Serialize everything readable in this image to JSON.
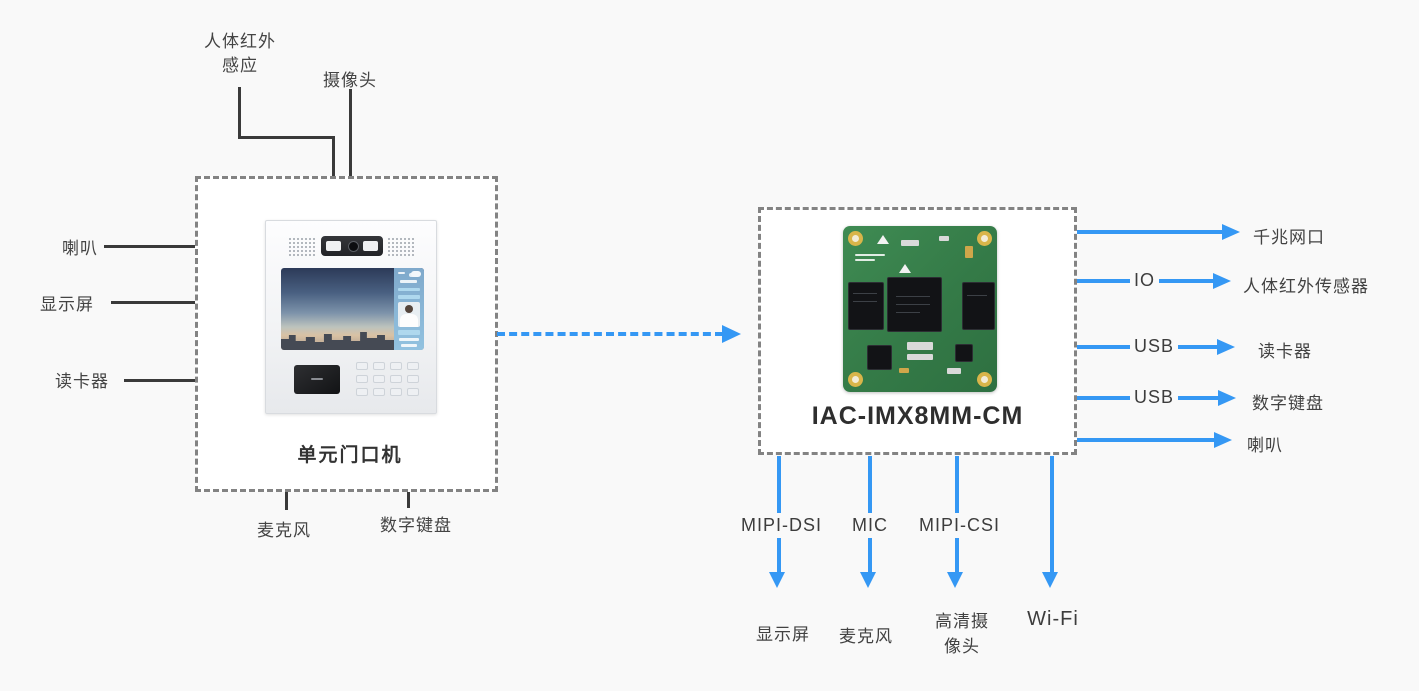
{
  "colors": {
    "accent_blue": "#3598f4",
    "connector_black": "#3a3a3a",
    "dashed_border_gray": "#838383",
    "background": "#f9f9f9",
    "pcb_green": "#347a47"
  },
  "intercom": {
    "title": "单元门口机",
    "callouts": {
      "infrared": "人体红外感应",
      "camera": "摄像头",
      "speaker": "喇叭",
      "display": "显示屏",
      "card_reader": "读卡器",
      "microphone": "麦克风",
      "keypad": "数字键盘"
    }
  },
  "module": {
    "name": "IAC-IMX8MM-CM",
    "right_ports": [
      {
        "label": "千兆网口"
      },
      {
        "bus": "IO",
        "label": "人体红外传感器"
      },
      {
        "bus": "USB",
        "label": "读卡器"
      },
      {
        "bus": "USB",
        "label": "数字键盘"
      },
      {
        "label": "喇叭"
      }
    ],
    "bottom_ports": [
      {
        "bus": "MIPI-DSI",
        "label": "显示屏"
      },
      {
        "bus": "MIC",
        "label": "麦克风"
      },
      {
        "bus": "MIPI-CSI",
        "label": "高清摄像头"
      },
      {
        "label": "Wi-Fi"
      }
    ]
  }
}
